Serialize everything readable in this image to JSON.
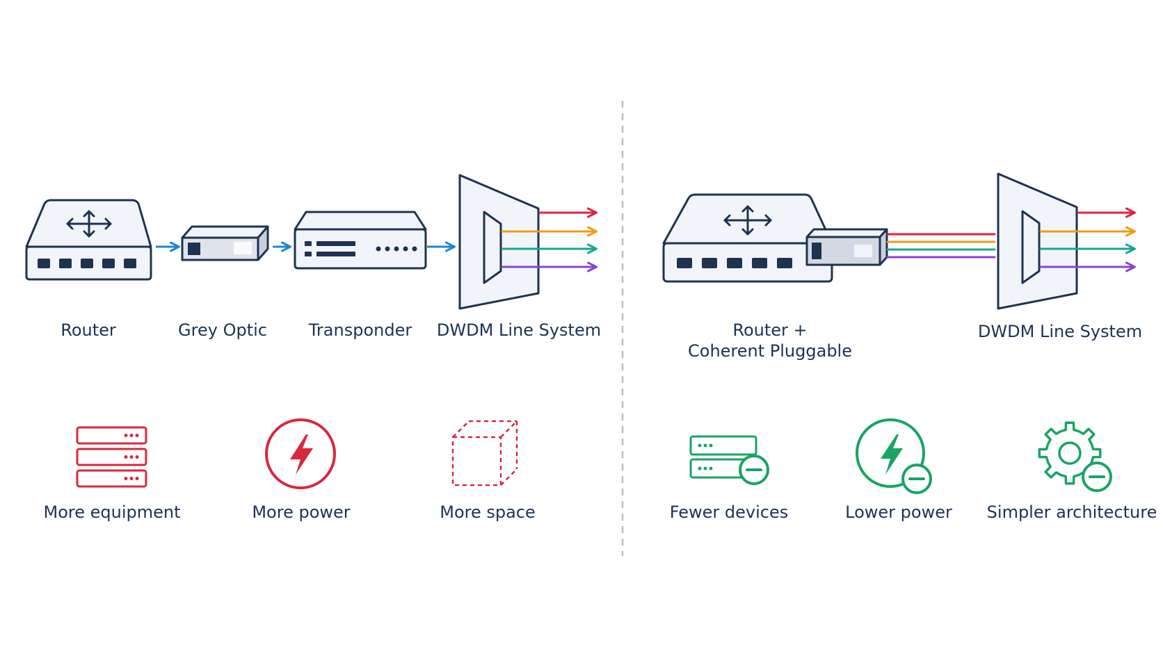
{
  "colors": {
    "outline": "#1f3250",
    "device_fill": "#f1f4f9",
    "port": "#1f3250",
    "flow_arrow": "#2185d5",
    "divider": "#b9bec6",
    "negative": "#d8283d",
    "positive": "#19a463",
    "wavelength_red": "#e0223f",
    "wavelength_orange": "#f29b13",
    "wavelength_teal": "#16a88e",
    "wavelength_purple": "#8a45cf",
    "optic_fill": "#d3d9e2"
  },
  "left": {
    "components": [
      {
        "id": "router",
        "label": "Router",
        "icon": "router-icon"
      },
      {
        "id": "grey-optic",
        "label": "Grey Optic",
        "icon": "optic-module-icon"
      },
      {
        "id": "transponder",
        "label": "Transponder",
        "icon": "transponder-icon"
      },
      {
        "id": "dwdm",
        "label": "DWDM Line System",
        "icon": "mux-icon"
      }
    ],
    "impacts": [
      {
        "id": "equipment",
        "label": "More equipment",
        "icon": "server-stack-icon"
      },
      {
        "id": "power",
        "label": "More power",
        "icon": "lightning-circle-icon"
      },
      {
        "id": "space",
        "label": "More space",
        "icon": "dashed-cube-icon"
      }
    ]
  },
  "right": {
    "components": [
      {
        "id": "router-pluggable",
        "label": "Router +\nCoherent Pluggable",
        "icon": "router-with-pluggable-icon"
      },
      {
        "id": "dwdm",
        "label": "DWDM Line System",
        "icon": "mux-icon"
      }
    ],
    "benefits": [
      {
        "id": "devices",
        "label": "Fewer devices",
        "icon": "server-minus-icon"
      },
      {
        "id": "power",
        "label": "Lower power",
        "icon": "lightning-minus-icon"
      },
      {
        "id": "architecture",
        "label": "Simpler architecture",
        "icon": "gear-minus-icon"
      }
    ]
  }
}
